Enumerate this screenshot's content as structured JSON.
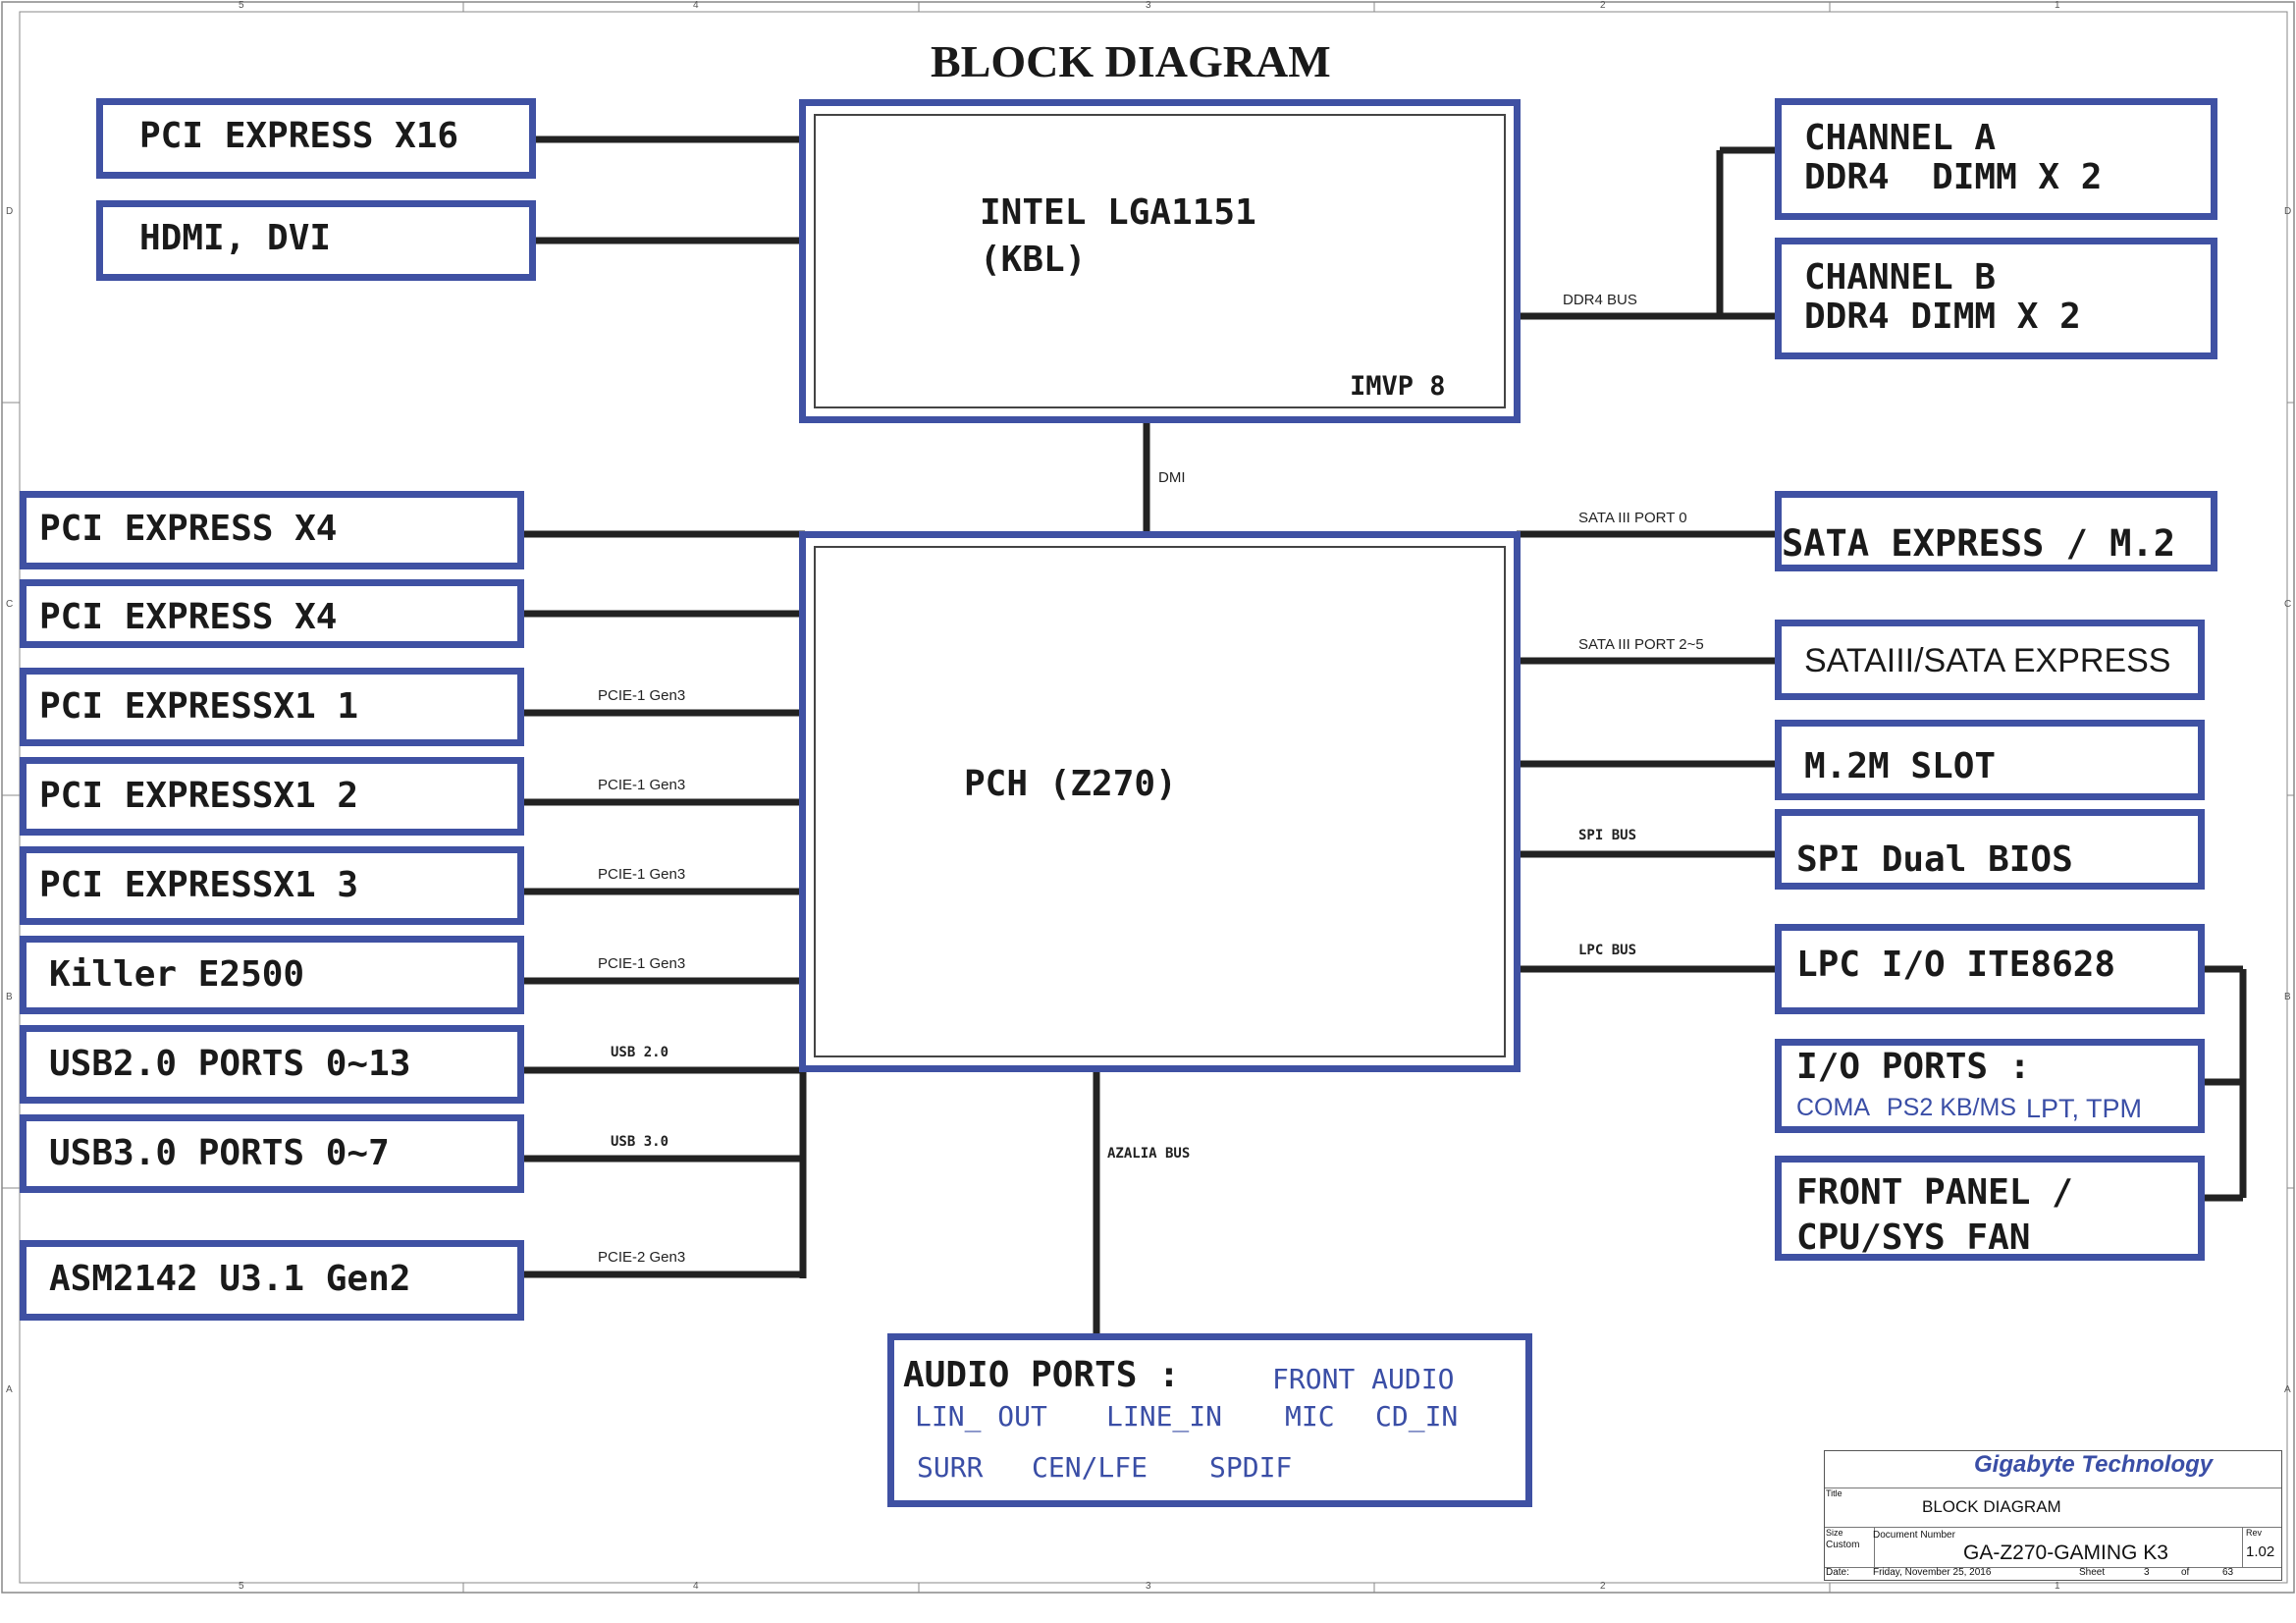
{
  "title": "BLOCK DIAGRAM",
  "cpu": {
    "name": "INTEL LGA1151",
    "sub": "(KBL)",
    "vr": "IMVP 8"
  },
  "pch": {
    "name": "PCH (Z270)"
  },
  "left_top": [
    {
      "label": "PCI EXPRESS X16"
    },
    {
      "label": "HDMI, DVI"
    }
  ],
  "memory": {
    "bus": "DDR4 BUS",
    "channel_a": [
      "CHANNEL A",
      "DDR4  DIMM X 2"
    ],
    "channel_b": [
      "CHANNEL B",
      "DDR4 DIMM X 2"
    ]
  },
  "dmi_label": "DMI",
  "left_pch": [
    {
      "label": "PCI EXPRESS X4",
      "bus": ""
    },
    {
      "label": "PCI EXPRESS X4",
      "bus": ""
    },
    {
      "label": "PCI EXPRESSX1 1",
      "bus": "PCIE-1 Gen3"
    },
    {
      "label": "PCI EXPRESSX1 2",
      "bus": "PCIE-1 Gen3"
    },
    {
      "label": "PCI EXPRESSX1 3",
      "bus": "PCIE-1 Gen3"
    },
    {
      "label": "Killer E2500",
      "bus": "PCIE-1 Gen3"
    },
    {
      "label": "USB2.0 PORTS 0~13",
      "bus": "USB 2.0"
    },
    {
      "label": "USB3.0 PORTS 0~7",
      "bus": "USB 3.0"
    },
    {
      "label": "ASM2142 U3.1 Gen2",
      "bus": "PCIE-2 Gen3"
    }
  ],
  "right_pch": [
    {
      "label": "SATA EXPRESS / M.2",
      "bus": "SATA III PORT 0"
    },
    {
      "label": "SATAIII/SATA EXPRESS",
      "bus": "SATA III PORT 2~5"
    },
    {
      "label": "M.2M SLOT",
      "bus": ""
    },
    {
      "label": "SPI Dual BIOS",
      "bus": "SPI BUS"
    },
    {
      "label": "LPC I/O ITE8628",
      "bus": "LPC BUS"
    }
  ],
  "io_ports": {
    "label": "I/O PORTS :",
    "items": [
      "COMA",
      "PS2 KB/MS",
      "LPT, TPM"
    ]
  },
  "front_panel": [
    "FRONT PANEL /",
    "CPU/SYS FAN"
  ],
  "azalia_bus": "AZALIA BUS",
  "audio": {
    "label": "AUDIO PORTS :",
    "front": "FRONT AUDIO",
    "row1": [
      "LIN_ OUT",
      "LINE_IN",
      "MIC",
      "CD_IN"
    ],
    "row2": [
      "SURR",
      "CEN/LFE",
      "SPDIF"
    ]
  },
  "title_block": {
    "company": "Gigabyte Technology",
    "title_caption": "Title",
    "title": "BLOCK DIAGRAM",
    "size_caption": "Size",
    "size": "Custom",
    "docnum_caption": "Document Number",
    "docnum": "GA-Z270-GAMING K3",
    "rev_caption": "Rev",
    "rev": "1.02",
    "date_caption": "Date:",
    "date": "Friday, November 25, 2016",
    "sheet_caption": "Sheet",
    "sheet": "3",
    "of_caption": "of",
    "of": "63"
  },
  "ruler": {
    "top": [
      "5",
      "4",
      "3",
      "2",
      "1"
    ],
    "side": [
      "D",
      "C",
      "B",
      "A"
    ]
  },
  "colors": {
    "box_border": "#3f51a3",
    "wire": "#222222",
    "blue_text": "#3a4ea6"
  }
}
